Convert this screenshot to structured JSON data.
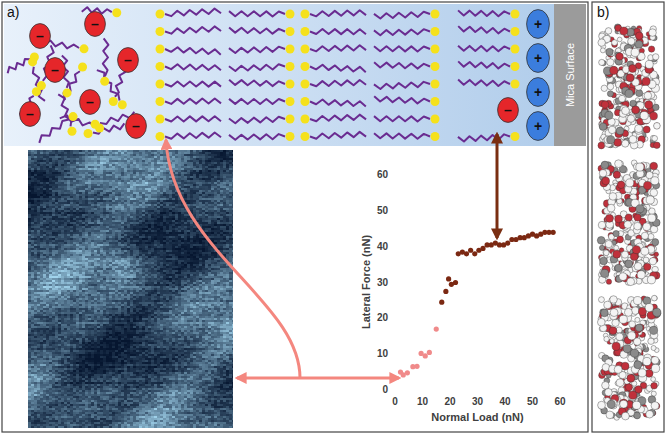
{
  "diagram": {
    "nodes": [
      {
        "text": [
          "–"
        ]
      },
      {
        "text": [
          "–"
        ]
      },
      {
        "text": [
          "–"
        ]
      },
      {
        "text": [
          "–"
        ]
      },
      {
        "text": [
          "–"
        ]
      },
      {
        "text": [
          "–"
        ]
      },
      {
        "text": [
          "–"
        ]
      },
      {
        "text": [
          "–"
        ]
      },
      {
        "text": [
          "+"
        ]
      },
      {
        "text": [
          "+"
        ]
      },
      {
        "text": [
          "+"
        ]
      },
      {
        "text": [
          "+"
        ]
      },
      {
        "text": [
          "Mica Surface"
        ]
      }
    ],
    "labels": [
      "a)",
      "b)",
      "60",
      "50",
      "40",
      "30",
      "20",
      "10",
      "0",
      "Lateral Force (nN)",
      "0",
      "10",
      "20",
      "30",
      "40",
      "50",
      "60",
      "Normal Load (nN)"
    ]
  }
}
